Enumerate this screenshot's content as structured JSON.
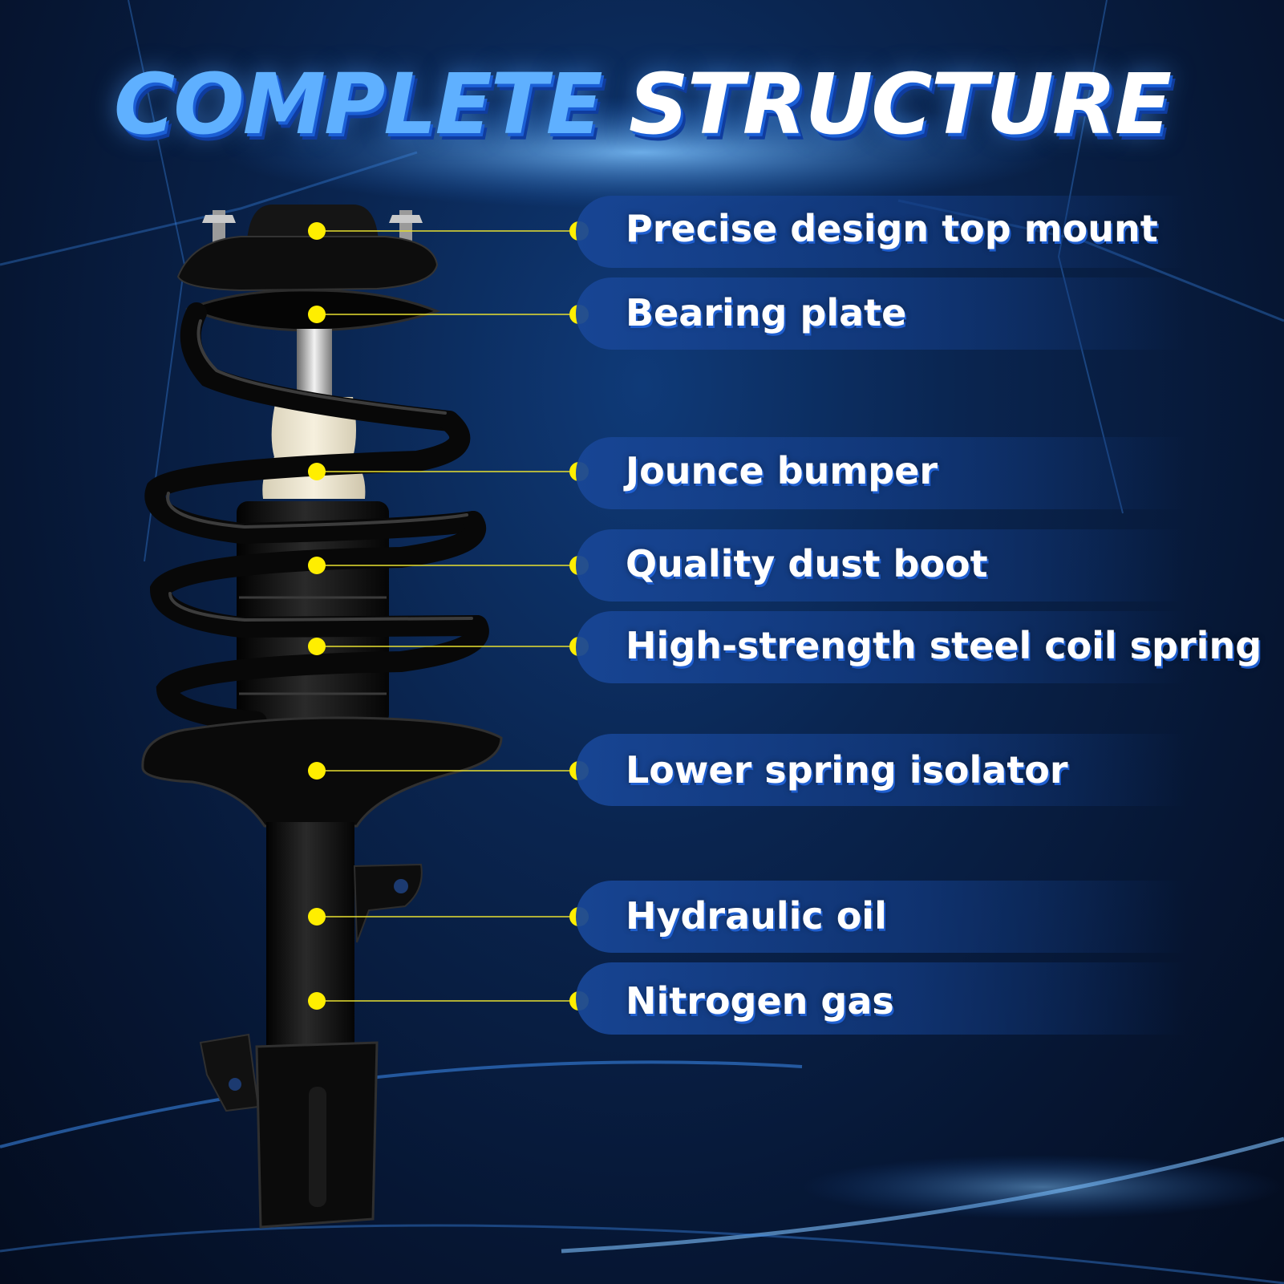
{
  "title": {
    "part1": "COMPLETE",
    "part2": "STRUCTURE"
  },
  "colors": {
    "accent_yellow": "#ffee00",
    "title_blue": "#5fb0ff",
    "background": "#061633"
  },
  "callouts": [
    {
      "label": "Precise design top mount"
    },
    {
      "label": "Bearing plate"
    },
    {
      "label": "Jounce bumper"
    },
    {
      "label": "Quality dust boot"
    },
    {
      "label": "High-strength steel coil spring"
    },
    {
      "label": "Lower spring isolator"
    },
    {
      "label": "Hydraulic oil"
    },
    {
      "label": "Nitrogen gas"
    }
  ]
}
